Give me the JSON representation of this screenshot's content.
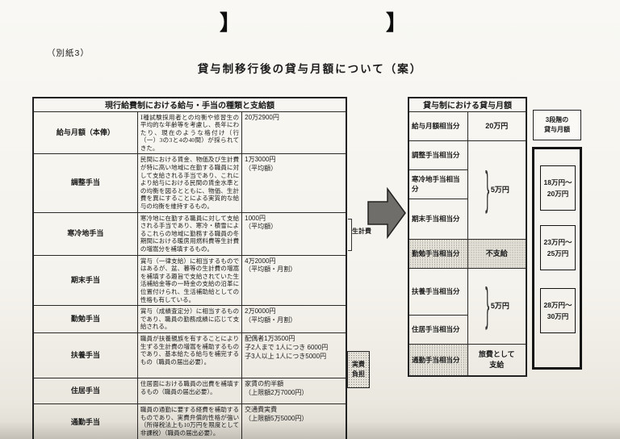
{
  "page": {
    "attachment_label": "（別紙3）",
    "title": "貸与制移行後の貸与月額について（案）",
    "binder_mark": "】"
  },
  "colors": {
    "paper": "#f6f4ef",
    "ink": "#1b1b1b",
    "shade": "#e4e1d8",
    "arrow_fill": "#6f6e6a"
  },
  "left_table": {
    "header": "現行給費制における給与・手当の種類と支給額",
    "rows": [
      {
        "name": "給与月額（本俸）",
        "desc": "Ⅰ種試験採用者との均衡や修習生の平均的な年齢等を考慮し、長年にわたり、現在のような格付け（行（一）3の3と4の40間）が採られてきた。",
        "amount": "20万2900円"
      },
      {
        "name": "調整手当",
        "desc": "民間における賃金、物価及び生計費が特に高い地域に在勤する職員に対して支給される手当であり、これにより給与における民間の賃金水準との均衡を図るとともに、物価、生計費を異にすることによる実質的な給与の均衡を維持するもの。",
        "amount": "1万3000円\n（平均額）"
      },
      {
        "name": "寒冷地手当",
        "desc": "寒冷地に在勤する職員に対して支給される手当であり、寒冷・積雪によるこれらの地域に勤務する職員の冬期間における暖房用燃料費等生計費の増嵩分を補填するもの。",
        "amount": "1000円\n（平均額）"
      },
      {
        "name": "期末手当",
        "desc": "賞与（一律支給）に相当するものではあるが、盆、暮等の生計費の増嵩を補填する趣旨で支給されていた生活補給金等の一時金の支給の沿革に位置付けられ、生活補助給としての性格も有している。",
        "amount": "4万2000円\n（平均額・月割）"
      },
      {
        "name": "勤勉手当",
        "desc": "賞与（成績査定分）に相当するものであり、職員の勤務成績に応じて支給される。",
        "amount": "2万0000円\n（平均額・月割）"
      },
      {
        "name": "扶養手当",
        "desc": "職員が扶養親族を有することにより生ずる生計費の増嵩を補助するものであり、基本給たる給与を補完するもの（職員の届出必要）。",
        "amount": "配偶者1万3500円\n子2人まで 1人につき 6000円\n子3人以上 1人につき5000円"
      },
      {
        "name": "住居手当",
        "desc": "住居面における職員の出費を補填するもの（職員の届出必要）。",
        "amount": "家賃の約半額\n（上限額2万7000円）"
      },
      {
        "name": "通勤手当",
        "desc": "職員の通勤に要する経費を補助するものであり、実費弁償的性格が強い（所得税法上も10万円を限度として非課税）（職員の届出必要）。",
        "amount": "交通費実費\n（上限額5万5000円）"
      }
    ],
    "bracket_label": "生計費",
    "cost_label": "実費\n負担"
  },
  "right_table": {
    "header": "貸与制における貸与月額",
    "rows": [
      "給与月額相当分",
      "調整手当相当分",
      "寒冷地手当相当分",
      "期末手当相当分",
      "勤勉手当相当分",
      "扶養手当相当分",
      "住居手当相当分",
      "通勤手当相当分"
    ],
    "amounts": {
      "base": "20万円",
      "group1": "5万円",
      "kinben": "不支給",
      "group2": "5万円",
      "commute": "旅費として\n支給"
    }
  },
  "tier_panel": {
    "header": "3段階の\n貸与月額",
    "ranges": [
      "18万円～\n20万円",
      "23万円～\n25万円",
      "28万円～\n30万円"
    ]
  }
}
